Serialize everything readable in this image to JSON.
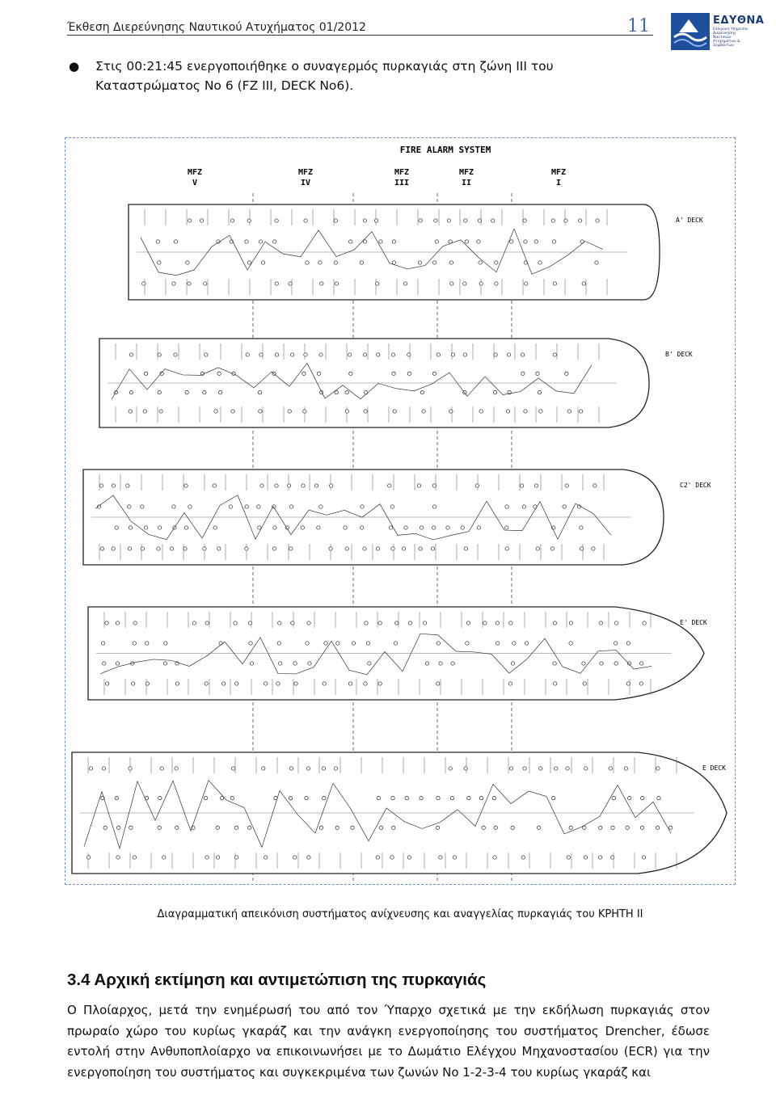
{
  "header": {
    "title": "Έκθεση Διερεύνησης Ναυτικού Ατυχήματος 01/2012",
    "page_number": "11",
    "logo_word": "ΕΔΥΘΝΑ",
    "logo_subtitle": "Ελληνική Υπηρεσία Διερεύνησης Ναυτικών Ατυχημάτων & Συμβάντων",
    "logo_icon": "ship-wave-logo"
  },
  "bullet": {
    "text": "Στις 00:21:45 ενεργοποιήθηκε ο συναγερμός πυρκαγιάς στη ζώνη ΙΙΙ του Καταστρώματος Νο 6 (FZ III, DECK No6)."
  },
  "figure": {
    "title": "FIRE ALARM SYSTEM",
    "zones": [
      {
        "label": "MFZ",
        "num": "V"
      },
      {
        "label": "MFZ",
        "num": "IV"
      },
      {
        "label": "MFZ",
        "num": "III"
      },
      {
        "label": "MFZ",
        "num": "II"
      },
      {
        "label": "MFZ",
        "num": "I"
      }
    ],
    "decks": [
      "A' DECK",
      "B' DECK",
      "C2' DECK",
      "E' DECK",
      "E DECK"
    ],
    "caption": "Διαγραμματική απεικόνιση συστήματος ανίχνευσης και αναγγελίας πυρκαγιάς του ΚΡΗΤΗ ΙΙ"
  },
  "section": {
    "heading": "3.4 Αρχική εκτίμηση και αντιμετώπιση της πυρκαγιάς",
    "body": "Ο Πλοίαρχος, μετά την ενημέρωσή του από τον Ύπαρχο σχετικά με την εκδήλωση πυρκαγιάς στον πρωραίο χώρο του κυρίως γκαράζ και την ανάγκη ενεργοποίησης του συστήματος Drencher, έδωσε εντολή στην Ανθυποπλοίαρχο να επικοινωνήσει με το Δωμάτιο Ελέγχου Μηχανοστασίου (ECR) για την ενεργοποίηση του συστήματος και συγκεκριμένα των ζωνών Νο 1-2-3-4 του κυρίως γκαράζ και"
  }
}
